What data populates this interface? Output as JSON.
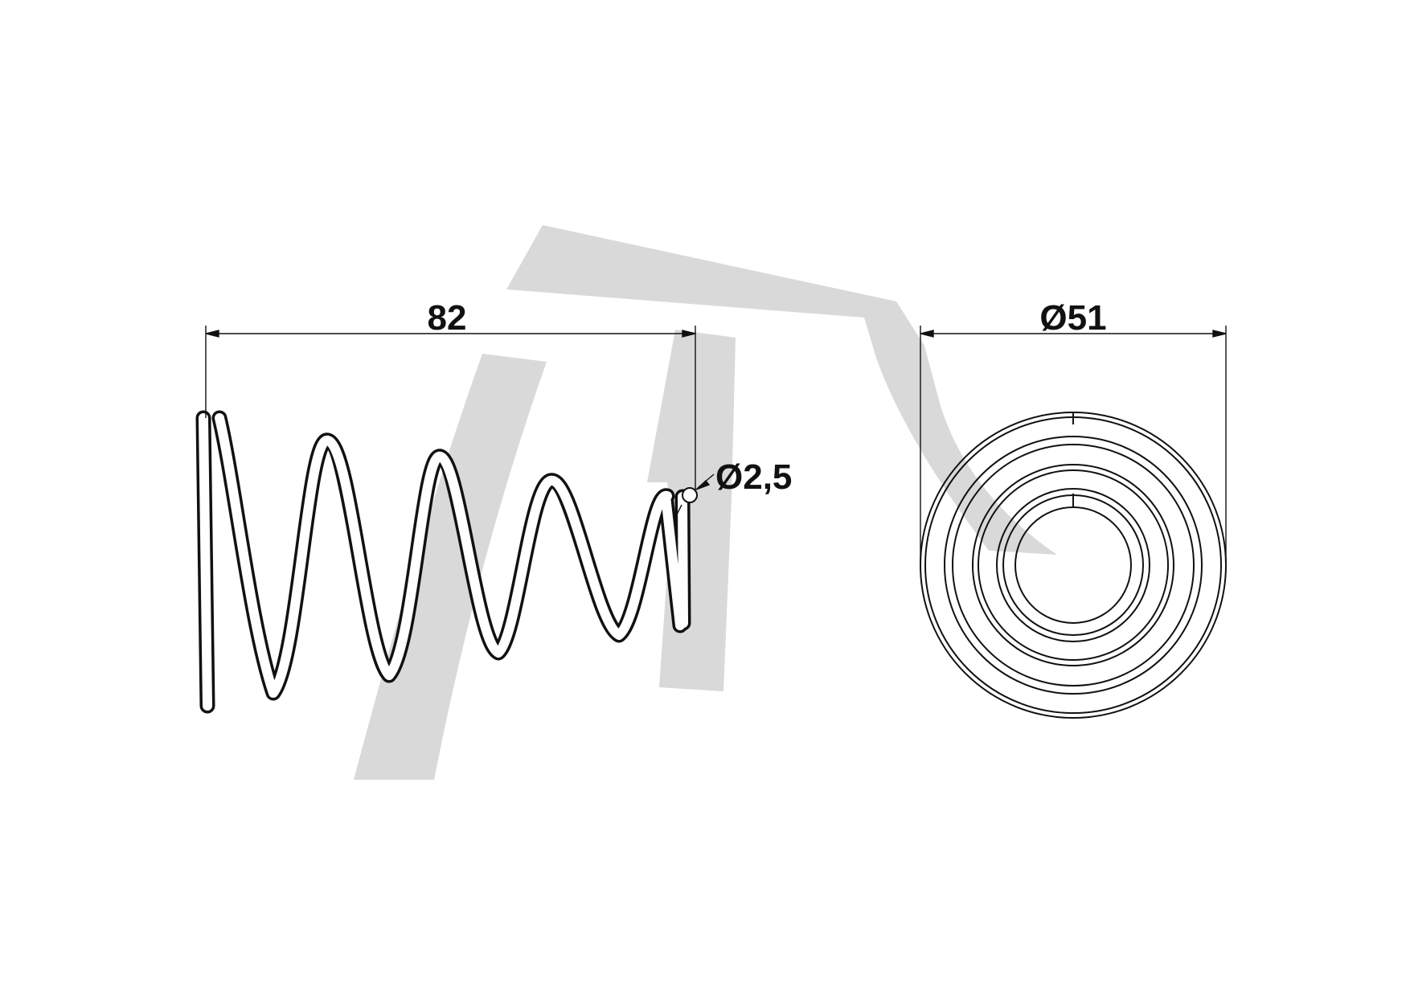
{
  "drawing": {
    "length_label": "82",
    "outer_diameter_label": "Ø51",
    "wire_diameter_label": "Ø2,5"
  },
  "colors": {
    "line": "#111111",
    "watermark": "#d9d9d9",
    "background": "#ffffff"
  },
  "icons": {
    "watermark": "brand-logo-watermark-icon"
  }
}
